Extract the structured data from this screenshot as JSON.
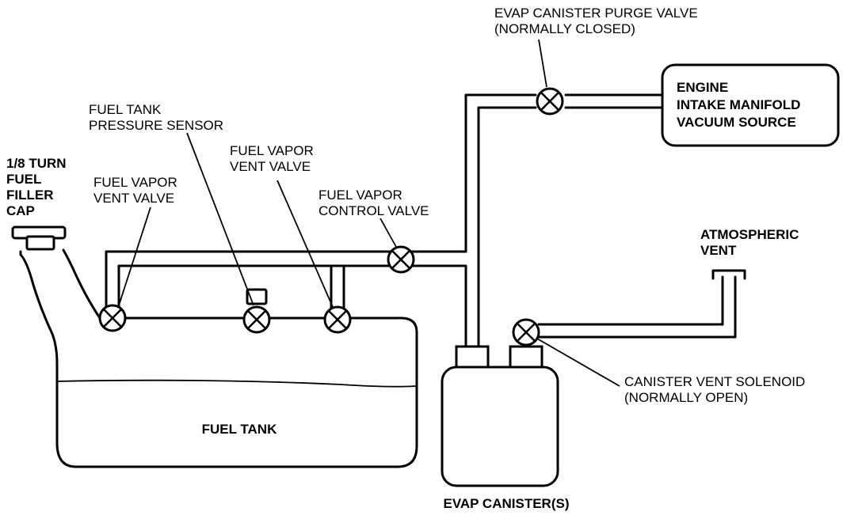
{
  "labels": {
    "filler_cap": [
      "1/8 TURN",
      "FUEL",
      "FILLER",
      "CAP"
    ],
    "vent_valve_left": [
      "FUEL VAPOR",
      "VENT VALVE"
    ],
    "pressure_sensor": [
      "FUEL TANK",
      "PRESSURE SENSOR"
    ],
    "vent_valve_right": [
      "FUEL VAPOR",
      "VENT VALVE"
    ],
    "control_valve": [
      "FUEL VAPOR",
      "CONTROL VALVE"
    ],
    "purge_valve": [
      "EVAP CANISTER PURGE VALVE",
      "(NORMALLY CLOSED)"
    ],
    "engine": [
      "ENGINE",
      "INTAKE MANIFOLD",
      "VACUUM SOURCE"
    ],
    "atmospheric_vent": [
      "ATMOSPHERIC",
      "VENT"
    ],
    "vent_solenoid": [
      "CANISTER VENT SOLENOID",
      "(NORMALLY OPEN)"
    ],
    "fuel_tank": "FUEL TANK",
    "canister": "EVAP CANISTER(S)"
  }
}
